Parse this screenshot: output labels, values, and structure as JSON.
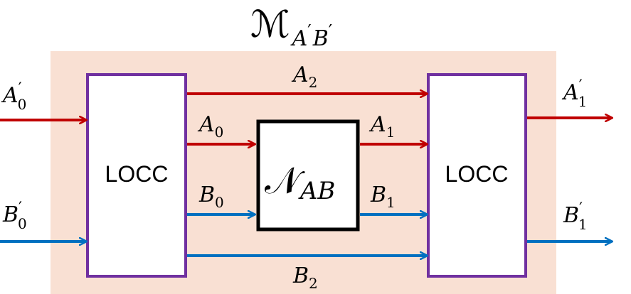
{
  "title": {
    "main": "ℳ",
    "sub_a": "A",
    "sub_b": "B",
    "prime": "′"
  },
  "blocks": {
    "locc_left": "LOCC",
    "locc_right": "LOCC",
    "channel": {
      "main": "𝒩",
      "sub": "AB"
    }
  },
  "wires": {
    "a0_prime": {
      "base": "A",
      "prime": "′",
      "sub": "0"
    },
    "b0_prime": {
      "base": "B",
      "prime": "′",
      "sub": "0"
    },
    "a1_prime": {
      "base": "A",
      "prime": "′",
      "sub": "1"
    },
    "b1_prime": {
      "base": "B",
      "prime": "′",
      "sub": "1"
    },
    "a2": {
      "base": "A",
      "sub": "2"
    },
    "b2": {
      "base": "B",
      "sub": "2"
    },
    "a0": {
      "base": "A",
      "sub": "0"
    },
    "b0": {
      "base": "B",
      "sub": "0"
    },
    "a1": {
      "base": "A",
      "sub": "1"
    },
    "b1": {
      "base": "B",
      "sub": "1"
    }
  },
  "colors": {
    "background_box": "#f9e0d3",
    "locc_border": "#7030a0",
    "channel_border": "#000000",
    "wire_a": "#c00000",
    "wire_b": "#0070c0"
  }
}
